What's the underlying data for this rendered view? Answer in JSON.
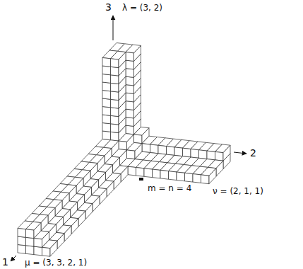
{
  "diagram": {
    "labels": [
      "3",
      "λ = (3, 2)",
      "2",
      "ν = (2, 1, 1)",
      "1",
      "μ = (3, 3, 2, 1)",
      "m = n = 4"
    ]
  }
}
